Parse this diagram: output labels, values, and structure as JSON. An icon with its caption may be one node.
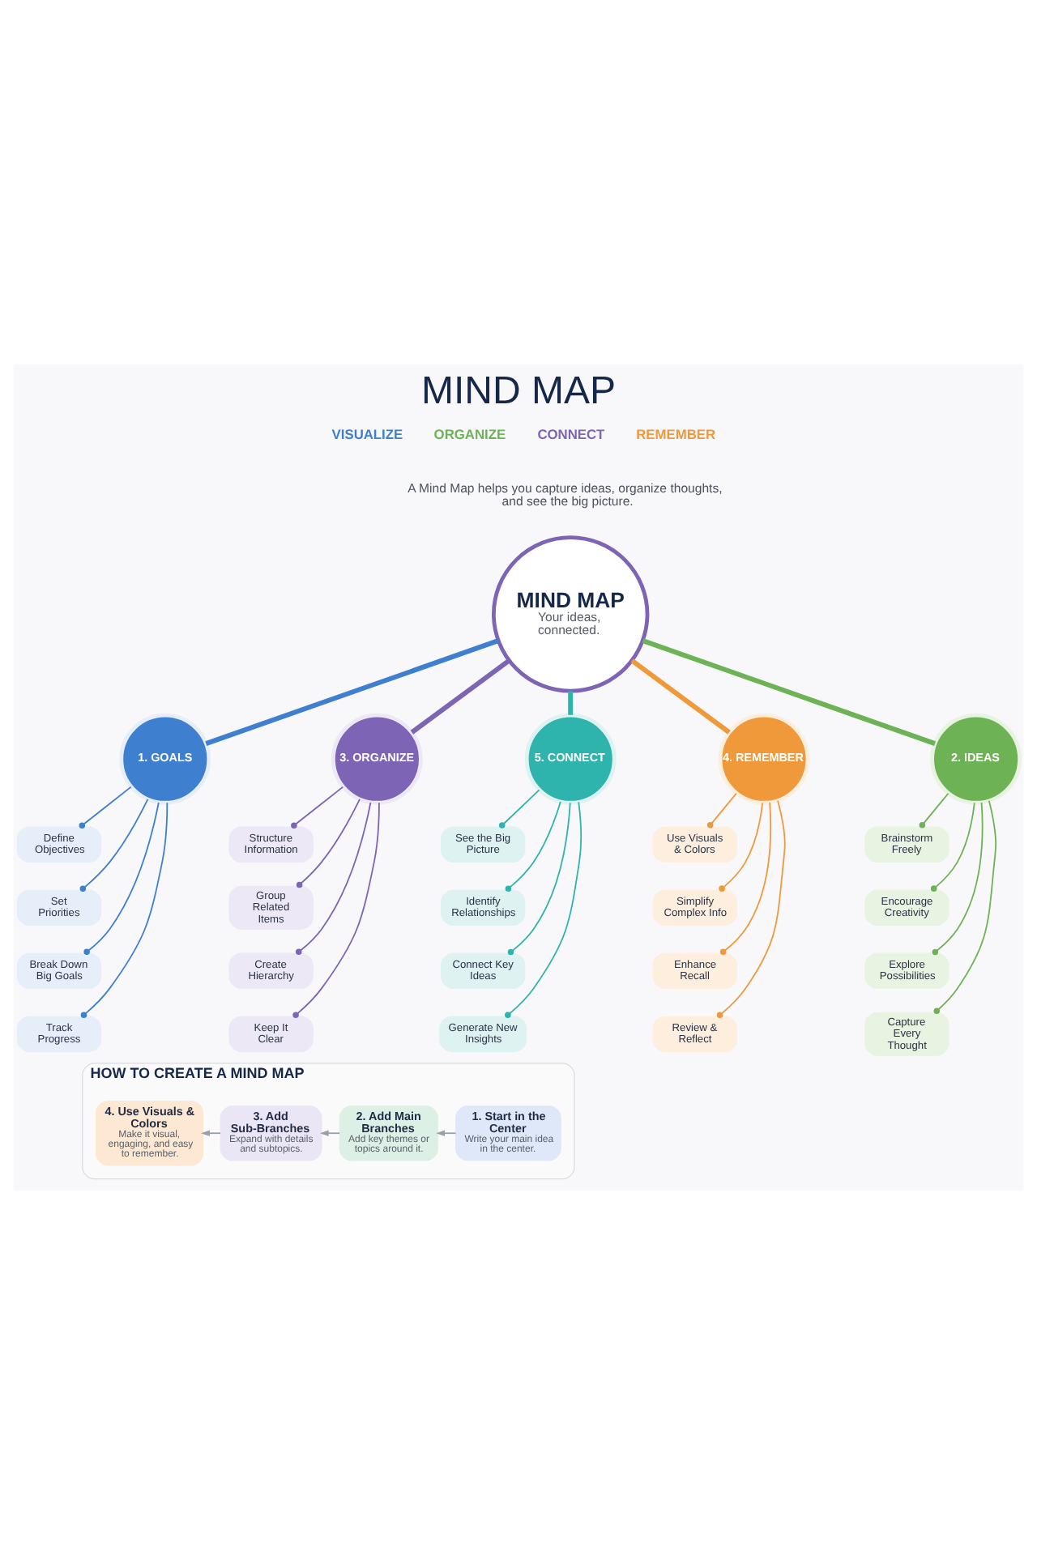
{
  "diagram": {
    "title": "MIND MAP",
    "nodes": [
      {
        "text": [
          "MIND MAP",
          "Your ideas, connected."
        ]
      },
      {
        "text": [
          "1. GOALS"
        ]
      },
      {
        "text": [
          "2. IDEAS"
        ]
      },
      {
        "text": [
          "3. ORGANIZE"
        ]
      },
      {
        "text": [
          "4. REMEMBER"
        ]
      },
      {
        "text": [
          "5. CONNECT"
        ]
      },
      {
        "text": [
          "Define Objectives"
        ]
      },
      {
        "text": [
          "Set Priorities"
        ]
      },
      {
        "text": [
          "Break Down Big Goals"
        ]
      },
      {
        "text": [
          "Track Progress"
        ]
      },
      {
        "text": [
          "Brainstorm Freely"
        ]
      },
      {
        "text": [
          "Encourage Creativity"
        ]
      },
      {
        "text": [
          "Explore Possibilities"
        ]
      },
      {
        "text": [
          "Capture Every Thought"
        ]
      },
      {
        "text": [
          "Structure Information"
        ]
      },
      {
        "text": [
          "Group Related Items"
        ]
      },
      {
        "text": [
          "Create Hierarchy"
        ]
      },
      {
        "text": [
          "Keep It Clear"
        ]
      },
      {
        "text": [
          "Use Visuals & Colors"
        ]
      },
      {
        "text": [
          "Simplify Complex Info"
        ]
      },
      {
        "text": [
          "Enhance Recall"
        ]
      },
      {
        "text": [
          "Review & Reflect"
        ]
      },
      {
        "text": [
          "See the Big Picture"
        ]
      },
      {
        "text": [
          "Identify Relationships"
        ]
      },
      {
        "text": [
          "Connect Key Ideas"
        ]
      },
      {
        "text": [
          "Generate New Insights"
        ]
      },
      {
        "text": [
          "HOW TO CREATE A MIND MAP"
        ]
      },
      {
        "text": [
          "1. Start in the Center",
          "Write your main idea in the center."
        ],
        "in": 26
      },
      {
        "text": [
          "2. Add Main Branches",
          "Add key themes or topics around it."
        ],
        "in": 26
      },
      {
        "text": [
          "3. Add Sub-Branches",
          "Expand with details and subtopics."
        ],
        "in": 26
      },
      {
        "text": [
          "4. Use Visuals & Colors",
          "Make it visual, engaging, and easy to remember."
        ],
        "in": 26
      }
    ],
    "edges": [
      {
        "from": 0,
        "to": 1,
        "arrow": "none",
        "style": "thick",
        "color": "#3f7fcf"
      },
      {
        "from": 0,
        "to": 2,
        "arrow": "none",
        "style": "thick",
        "color": "#6db356"
      },
      {
        "from": 0,
        "to": 3,
        "arrow": "none",
        "style": "thick",
        "color": "#7d64b5"
      },
      {
        "from": 0,
        "to": 4,
        "arrow": "none",
        "style": "thick",
        "color": "#f0993a"
      },
      {
        "from": 0,
        "to": 5,
        "arrow": "none",
        "style": "thick",
        "color": "#2fb3ad"
      },
      {
        "from": 1,
        "to": 6,
        "arrow": "other",
        "color": "#3f7fcf"
      },
      {
        "from": 1,
        "to": 7,
        "arrow": "other",
        "color": "#3f7fcf"
      },
      {
        "from": 1,
        "to": 8,
        "arrow": "other",
        "color": "#3f7fcf"
      },
      {
        "from": 1,
        "to": 9,
        "arrow": "other",
        "color": "#3f7fcf"
      },
      {
        "from": 2,
        "to": 10,
        "arrow": "other",
        "color": "#6db356"
      },
      {
        "from": 2,
        "to": 11,
        "arrow": "other",
        "color": "#6db356"
      },
      {
        "from": 2,
        "to": 12,
        "arrow": "other",
        "color": "#6db356"
      },
      {
        "from": 2,
        "to": 13,
        "arrow": "other",
        "color": "#6db356"
      },
      {
        "from": 3,
        "to": 14,
        "arrow": "other",
        "color": "#7d64b5"
      },
      {
        "from": 3,
        "to": 15,
        "arrow": "other",
        "color": "#7d64b5"
      },
      {
        "from": 3,
        "to": 16,
        "arrow": "other",
        "color": "#7d64b5"
      },
      {
        "from": 3,
        "to": 17,
        "arrow": "other",
        "color": "#7d64b5"
      },
      {
        "from": 4,
        "to": 18,
        "arrow": "other",
        "color": "#f0993a"
      },
      {
        "from": 4,
        "to": 19,
        "arrow": "other",
        "color": "#f0993a"
      },
      {
        "from": 4,
        "to": 20,
        "arrow": "other",
        "color": "#f0993a"
      },
      {
        "from": 4,
        "to": 21,
        "arrow": "other",
        "color": "#f0993a"
      },
      {
        "from": 5,
        "to": 22,
        "arrow": "other",
        "color": "#2fb3ad"
      },
      {
        "from": 5,
        "to": 23,
        "arrow": "other",
        "color": "#2fb3ad"
      },
      {
        "from": 5,
        "to": 24,
        "arrow": "other",
        "color": "#2fb3ad"
      },
      {
        "from": 5,
        "to": 25,
        "arrow": "other",
        "color": "#2fb3ad"
      },
      {
        "from": 27,
        "to": 28,
        "arrow": "to",
        "color": "#9aa0aa"
      },
      {
        "from": 28,
        "to": 29,
        "arrow": "to",
        "color": "#9aa0aa"
      },
      {
        "from": 29,
        "to": 30,
        "arrow": "to",
        "color": "#9aa0aa"
      }
    ],
    "labels": [
      "VISUALIZE",
      "ORGANIZE",
      "CONNECT",
      "REMEMBER",
      "A Mind Map helps you capture ideas, organize thoughts, and see the big picture."
    ]
  }
}
